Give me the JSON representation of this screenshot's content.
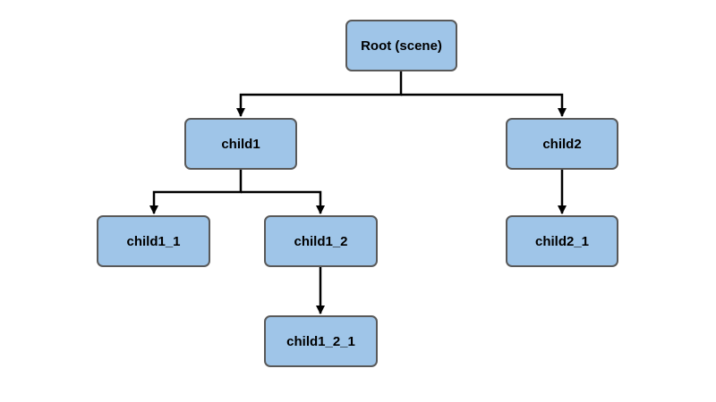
{
  "diagram": {
    "nodes": {
      "root": "Root (scene)",
      "child1": "child1",
      "child2": "child2",
      "child1_1": "child1_1",
      "child1_2": "child1_2",
      "child1_2_1": "child1_2_1",
      "child2_1": "child2_1"
    },
    "edges": [
      [
        "root",
        "child1"
      ],
      [
        "root",
        "child2"
      ],
      [
        "child1",
        "child1_1"
      ],
      [
        "child1",
        "child1_2"
      ],
      [
        "child1_2",
        "child1_2_1"
      ],
      [
        "child2",
        "child2_1"
      ]
    ],
    "colors": {
      "node_fill": "#9fc5e8",
      "node_border": "#595959",
      "edge": "#000000"
    }
  }
}
